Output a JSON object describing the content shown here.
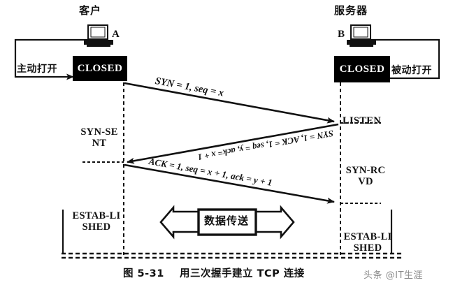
{
  "figure": {
    "caption": "图 5-31    用三次握手建立 TCP 连接",
    "watermark": "头条 @IT生涯"
  },
  "endpoints": {
    "client": {
      "title": "客户",
      "letter": "A",
      "icon": "computer-icon",
      "initial_state": "CLOSED",
      "open_action": "主动打开",
      "states": [
        "SYN-SENT",
        "ESTAB-LISHED"
      ]
    },
    "server": {
      "title": "服务器",
      "letter": "B",
      "icon": "computer-icon",
      "initial_state": "CLOSED",
      "open_action": "被动打开",
      "states": [
        "LISTEN",
        "SYN-RCVD",
        "ESTAB-LISHED"
      ]
    }
  },
  "messages": [
    {
      "id": "syn",
      "label": "SYN = 1, seq = x",
      "direction": "client-to-server"
    },
    {
      "id": "syn-ack",
      "label": "SYN = 1, ACK = 1, seq = y, ack= x + 1",
      "direction": "server-to-client"
    },
    {
      "id": "ack",
      "label": "ACK = 1, seq = x + 1, ack = y + 1",
      "direction": "client-to-server"
    }
  ],
  "data_transfer": {
    "label": "数据传送"
  },
  "colors": {
    "ink": "#111111",
    "box_fill": "#000000",
    "box_text": "#ffffff",
    "paper": "#ffffff"
  }
}
